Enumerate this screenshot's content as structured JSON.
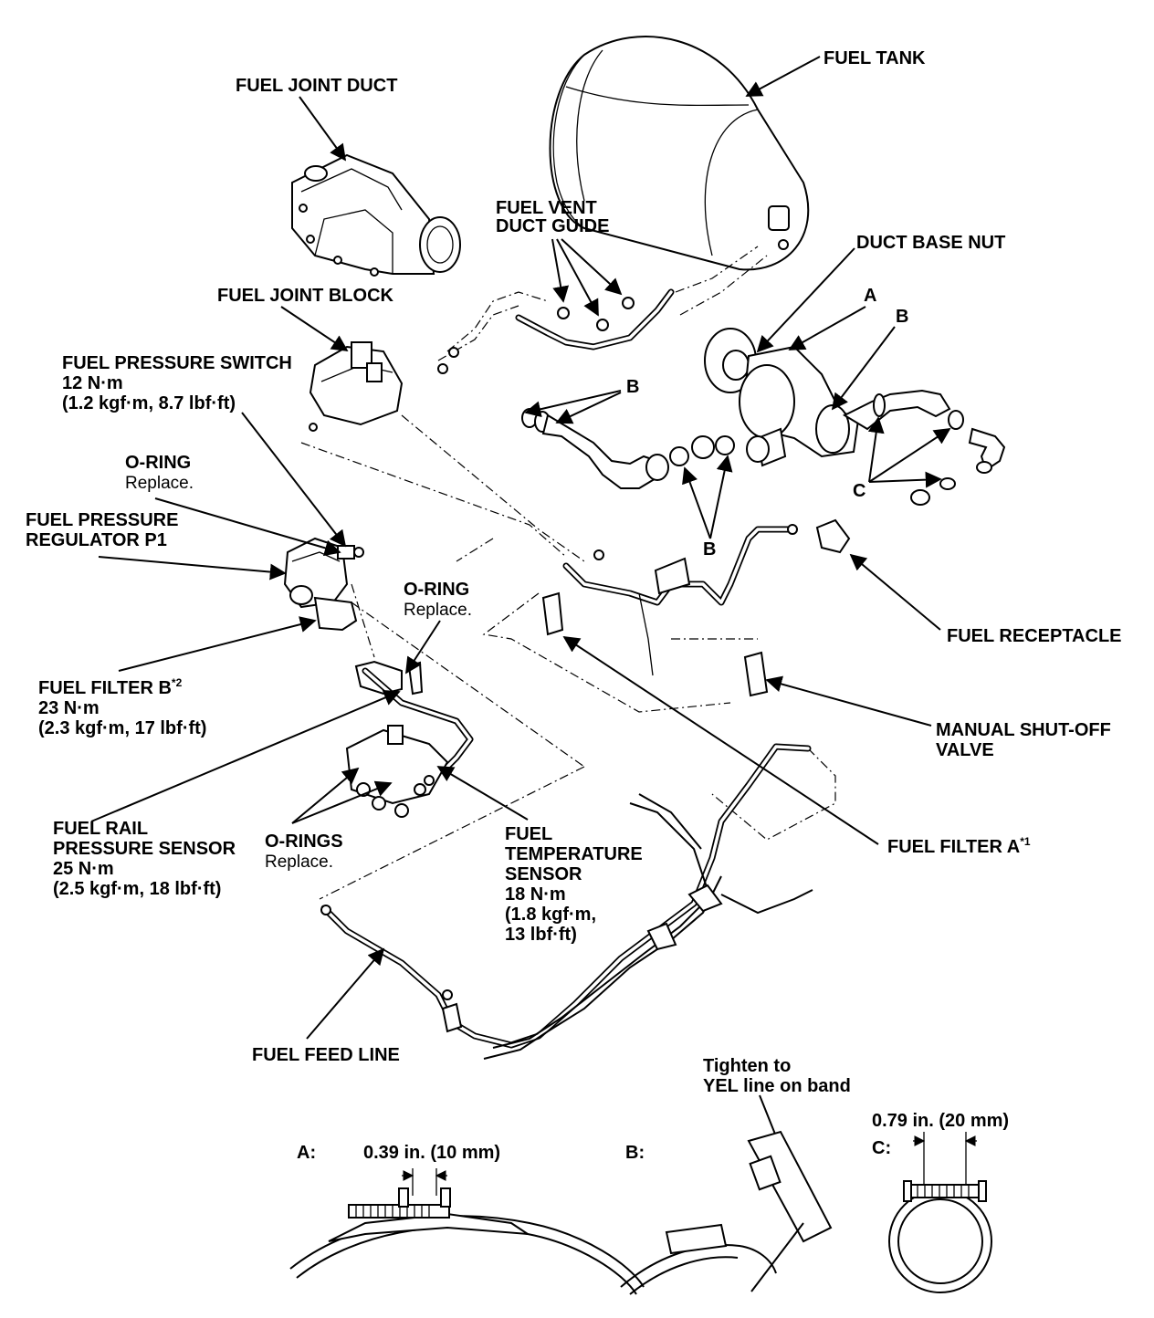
{
  "labels": {
    "fuel_tank": "FUEL TANK",
    "fuel_joint_duct": "FUEL JOINT DUCT",
    "fuel_vent_duct_guide_1": "FUEL VENT",
    "fuel_vent_duct_guide_2": "DUCT GUIDE",
    "duct_base_nut": "DUCT BASE NUT",
    "fuel_joint_block": "FUEL JOINT BLOCK",
    "fuel_pressure_switch": "FUEL PRESSURE SWITCH",
    "fuel_pressure_switch_torque": "12 N·m",
    "fuel_pressure_switch_torque_alt": "(1.2 kgf·m, 8.7 lbf·ft)",
    "callout_a": "A",
    "callout_b_1": "B",
    "callout_b_2": "B",
    "callout_b_3": "B",
    "callout_c": "C",
    "o_ring_top": "O-RING",
    "o_ring_top_note": "Replace.",
    "fuel_pressure_regulator_1": "FUEL PRESSURE",
    "fuel_pressure_regulator_2": "REGULATOR P1",
    "o_ring_mid": "O-RING",
    "o_ring_mid_note": "Replace.",
    "fuel_receptacle": "FUEL RECEPTACLE",
    "fuel_filter_b": "FUEL FILTER B",
    "fuel_filter_b_sup": "*2",
    "fuel_filter_b_torque": "23 N·m",
    "fuel_filter_b_torque_alt": "(2.3 kgf·m, 17 lbf·ft)",
    "manual_shutoff_1": "MANUAL SHUT-OFF",
    "manual_shutoff_2": "VALVE",
    "fuel_rail_sensor_1": "FUEL RAIL",
    "fuel_rail_sensor_2": "PRESSURE SENSOR",
    "fuel_rail_sensor_torque": "25 N·m",
    "fuel_rail_sensor_torque_alt": "(2.5 kgf·m, 18 lbf·ft)",
    "o_rings": "O-RINGS",
    "o_rings_note": "Replace.",
    "fuel_temp_sensor_1": "FUEL",
    "fuel_temp_sensor_2": "TEMPERATURE",
    "fuel_temp_sensor_3": "SENSOR",
    "fuel_temp_sensor_torque": "18 N·m",
    "fuel_temp_sensor_torque_alt_1": "(1.8 kgf·m,",
    "fuel_temp_sensor_torque_alt_2": "13 lbf·ft)",
    "fuel_filter_a": "FUEL FILTER A",
    "fuel_filter_a_sup": "*1",
    "fuel_feed_line": "FUEL FEED LINE"
  },
  "details": {
    "a_label": "A:",
    "a_dimension": "0.39 in. (10 mm)",
    "b_label": "B:",
    "b_note_1": "Tighten to",
    "b_note_2": "YEL line on band",
    "c_label": "C:",
    "c_dimension": "0.79 in. (20 mm)"
  }
}
